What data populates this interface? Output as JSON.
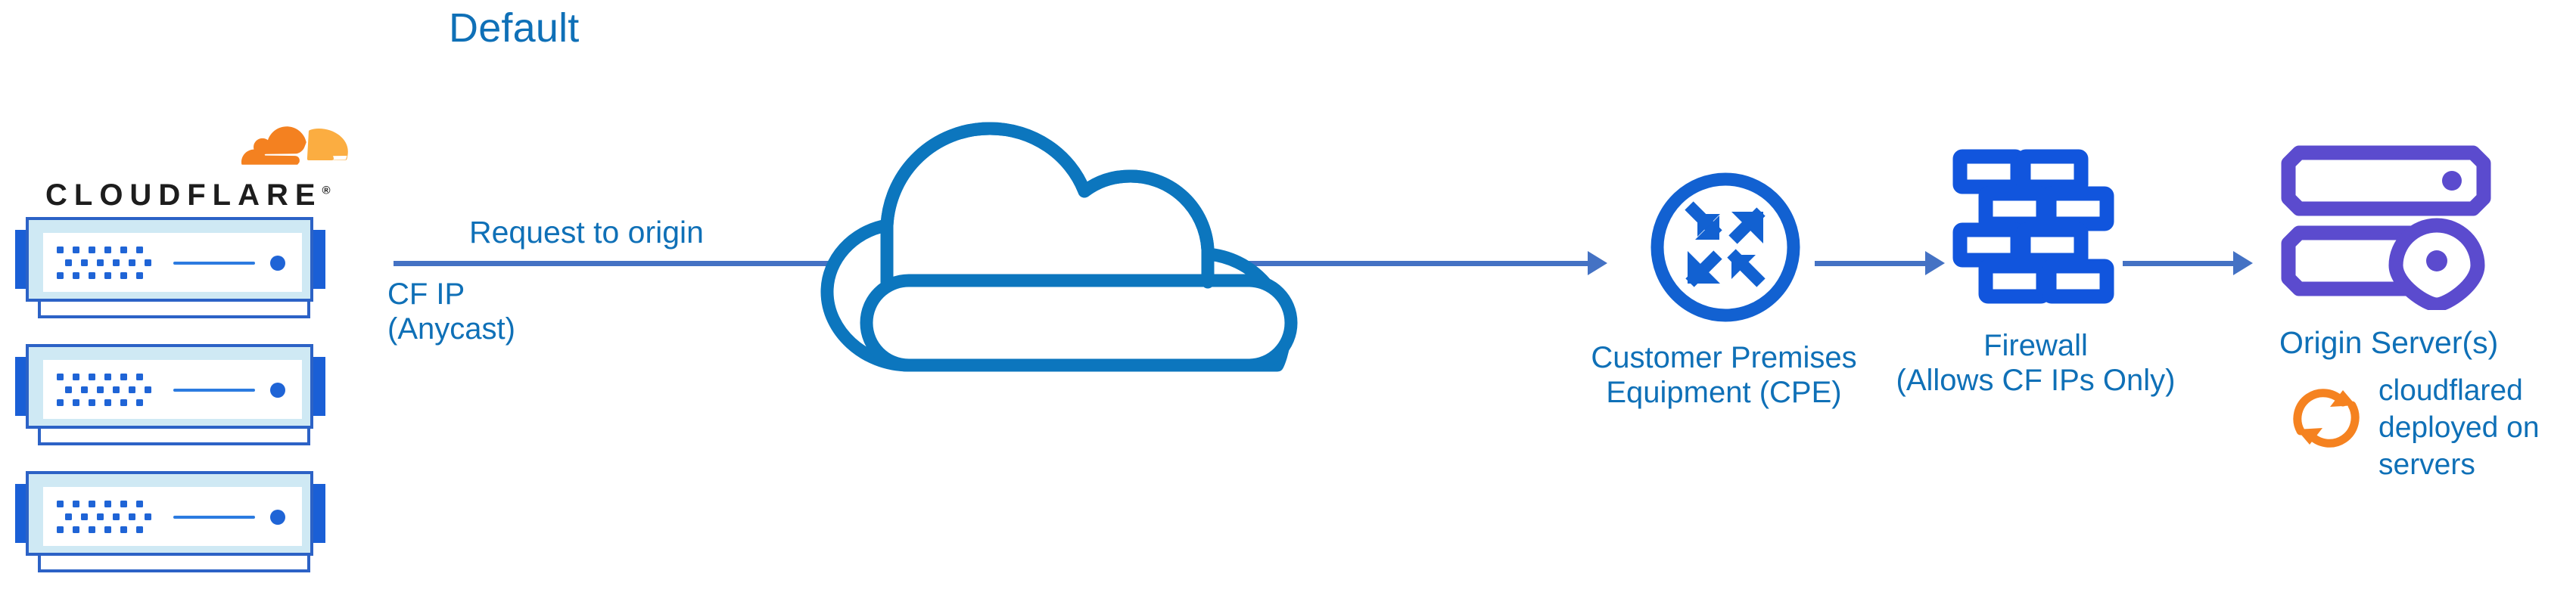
{
  "title": "Default",
  "colors": {
    "label_blue": "#0F70B7",
    "arrow_blue": "#4472C4",
    "icon_blue": "#1A5FD6",
    "firewall_blue": "#1155DD",
    "origin_purple": "#5B4BCE",
    "cloudflare_orange": "#F48120",
    "cloudflare_orange_light": "#FBAD41",
    "server_fill": "#CFE9F4"
  },
  "brand": {
    "wordmark": "CLOUDFLARE",
    "registered_mark": "®",
    "logo_icon_name": "cloudflare-cloud-logo"
  },
  "servers": {
    "count": 3,
    "icon_name": "cloudflare-edge-server"
  },
  "flow": {
    "request_label": "Request to origin",
    "cf_ip_label": "CF IP\n(Anycast)"
  },
  "nodes": [
    {
      "id": "internet",
      "label": "Internet",
      "icon_name": "cloud-icon"
    },
    {
      "id": "cpe",
      "label": "Customer Premises\nEquipment (CPE)",
      "icon_name": "router-icon"
    },
    {
      "id": "firewall",
      "label": "Firewall\n(Allows CF IPs Only)",
      "icon_name": "brick-wall-firewall-icon"
    },
    {
      "id": "origin",
      "label": "Origin Server(s)",
      "icon_name": "server-rack-location-pin-icon"
    }
  ],
  "annotation": {
    "cloudflared_note": "cloudflared\ndeployed on\nservers",
    "icon_name": "sync-refresh-icon"
  }
}
